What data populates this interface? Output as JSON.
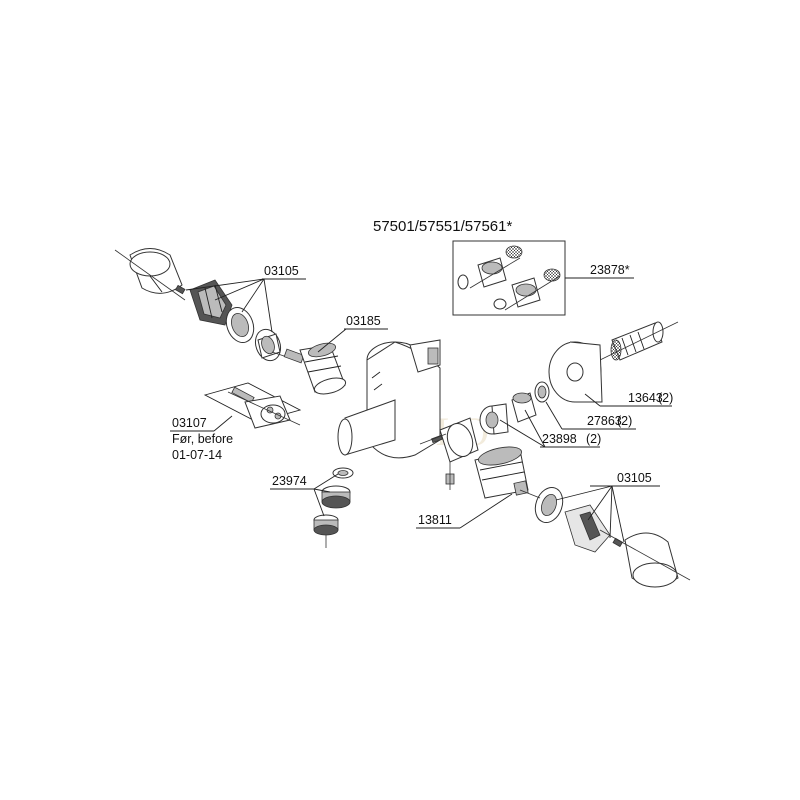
{
  "diagram": {
    "model_title": "57501/57551/57561*",
    "watermark": "PEGLO",
    "labels": {
      "part_03105_top": "03105",
      "part_03185": "03185",
      "part_03107": "03107",
      "note_before_1": "Før, before",
      "note_before_2": "01-07-14",
      "part_23974": "23974",
      "part_13811": "13811",
      "part_23878": "23878*",
      "part_13643": "13643",
      "qty_13643": "(2)",
      "part_27863": "27863",
      "qty_27863": "(2)",
      "part_23898": "23898",
      "qty_23898": "(2)",
      "part_03105_bottom": "03105"
    }
  }
}
